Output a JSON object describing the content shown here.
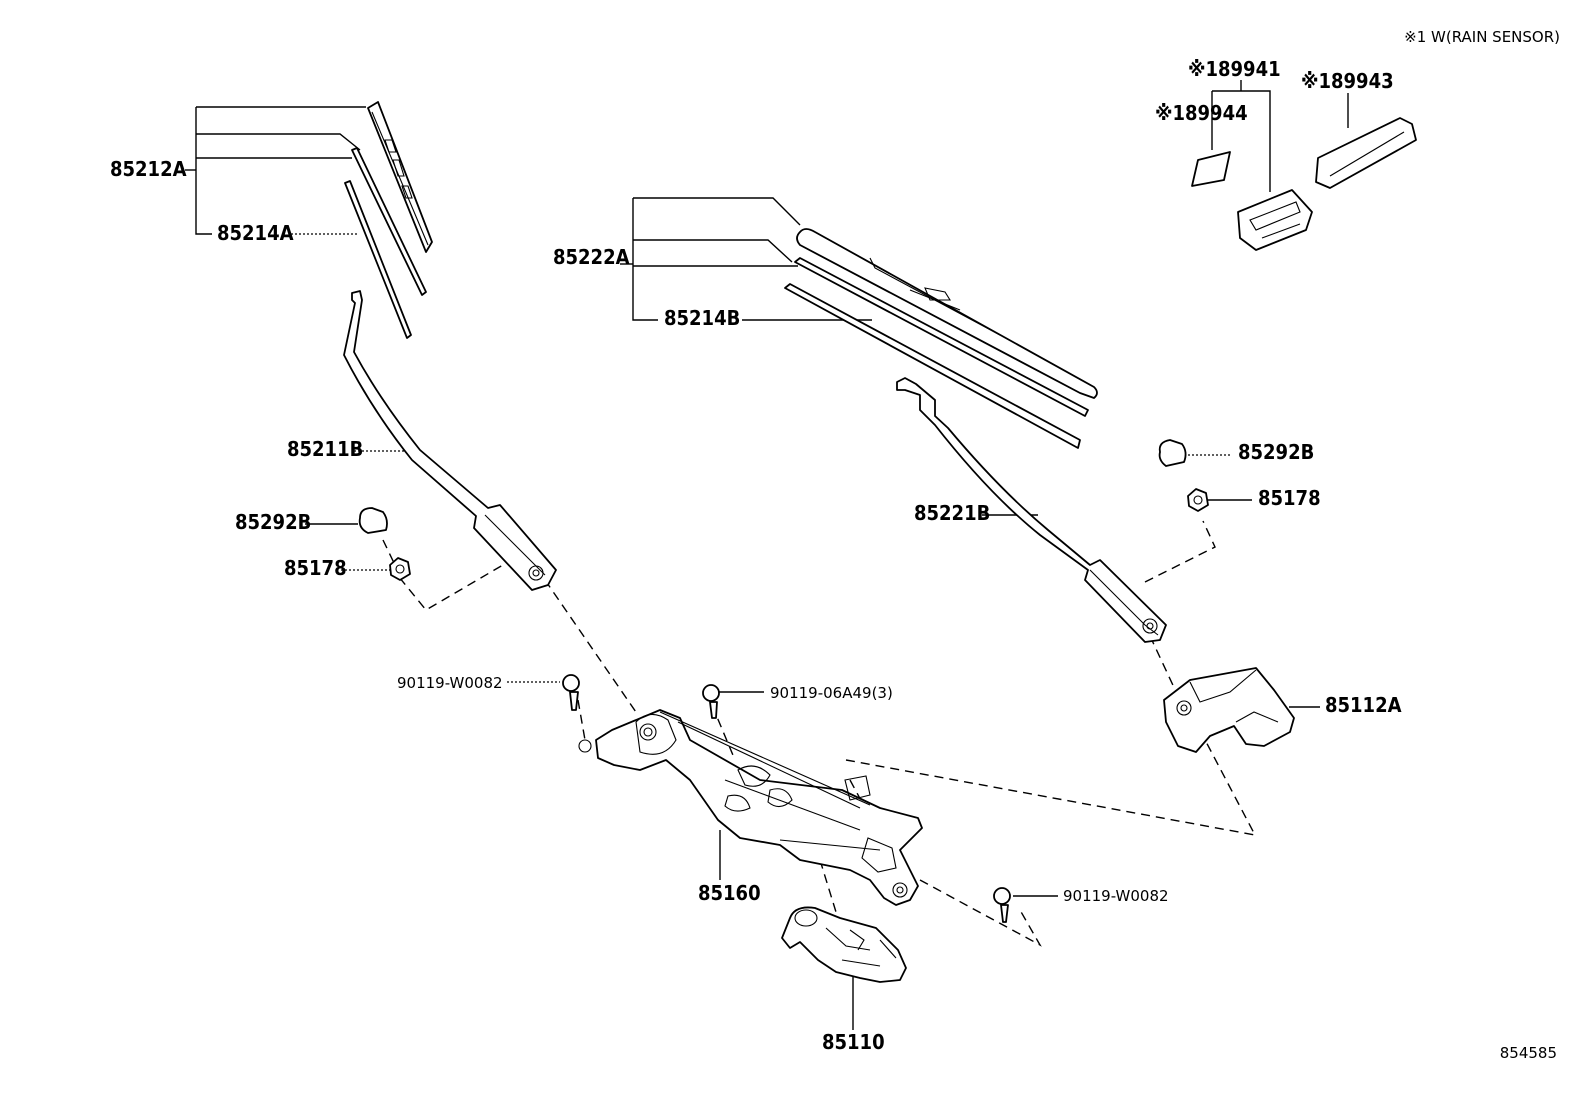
{
  "note": "※1 W(RAIN SENSOR)",
  "figure_id": "854585",
  "labels": {
    "p89941": "※189941",
    "p89943": "※189943",
    "p89944": "※189944",
    "p85212A": "85212A",
    "p85214A": "85214A",
    "p85222A": "85222A",
    "p85214B": "85214B",
    "p85211B": "85211B",
    "p85221B": "85221B",
    "p85292B_left": "85292B",
    "p85178_left": "85178",
    "p85292B_right": "85292B",
    "p85178_right": "85178",
    "p90119W0082_top": "90119-W0082",
    "p9011906A49": "90119-06A49(3)",
    "p85112A": "85112A",
    "p85160": "85160",
    "p90119W0082_bottom": "90119-W0082",
    "p85110": "85110"
  }
}
